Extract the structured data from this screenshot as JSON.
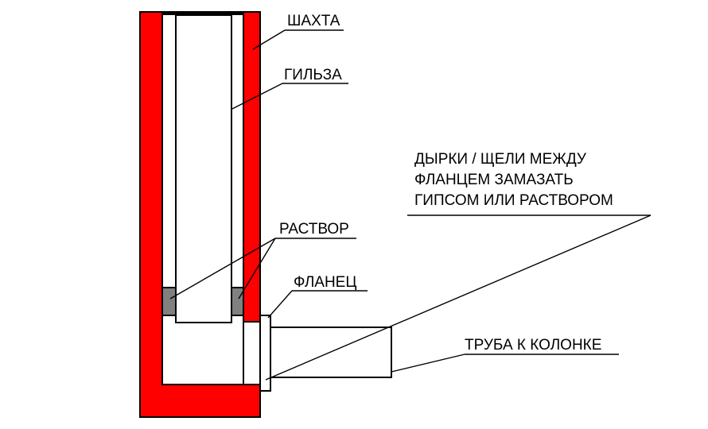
{
  "labels": {
    "shaft": "ШАХТА",
    "sleeve": "ГИЛЬЗА",
    "mortar": "РАСТВОР",
    "flange": "ФЛАНЕЦ",
    "pipe": "ТРУБА К КОЛОНКЕ",
    "note_line1": "ДЫРКИ / ЩЕЛИ МЕЖДУ",
    "note_line2": "ФЛАНЦЕМ ЗАМАЗАТЬ",
    "note_line3": "ГИПСОМ ИЛИ РАСТВОРОМ"
  },
  "colors": {
    "shaft": "#ff0000",
    "mortar": "#808080",
    "outline": "#000000",
    "background": "#ffffff"
  }
}
